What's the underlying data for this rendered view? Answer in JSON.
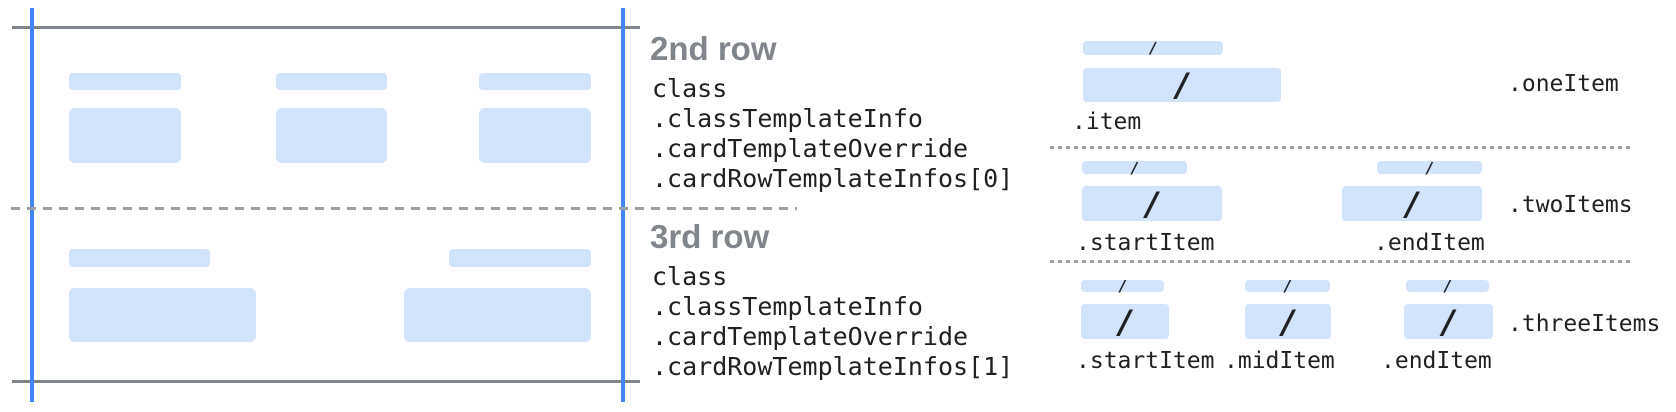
{
  "colors": {
    "accent_blue": "#4285f4",
    "placeholder_blue": "#d2e3fc",
    "solid_line_gray": "#80868b",
    "dashed_line_gray": "#9aa0a6",
    "heading_gray": "#80868b",
    "code_text": "#202124"
  },
  "rows": [
    {
      "title": "2nd row",
      "path": [
        "class",
        ".classTemplateInfo",
        ".cardTemplateOverride",
        ".cardRowTemplateInfos[0]"
      ]
    },
    {
      "title": "3rd row",
      "path": [
        "class",
        ".classTemplateInfo",
        ".cardTemplateOverride",
        ".cardRowTemplateInfos[1]"
      ]
    }
  ],
  "item_layouts": [
    {
      "label": ".oneItem",
      "item_labels": [
        ".item"
      ]
    },
    {
      "label": ".twoItems",
      "item_labels": [
        ".startItem",
        ".endItem"
      ]
    },
    {
      "label": ".threeItems",
      "item_labels": [
        ".startItem",
        ".midItem",
        ".endItem"
      ]
    }
  ],
  "slash_glyph": "/"
}
